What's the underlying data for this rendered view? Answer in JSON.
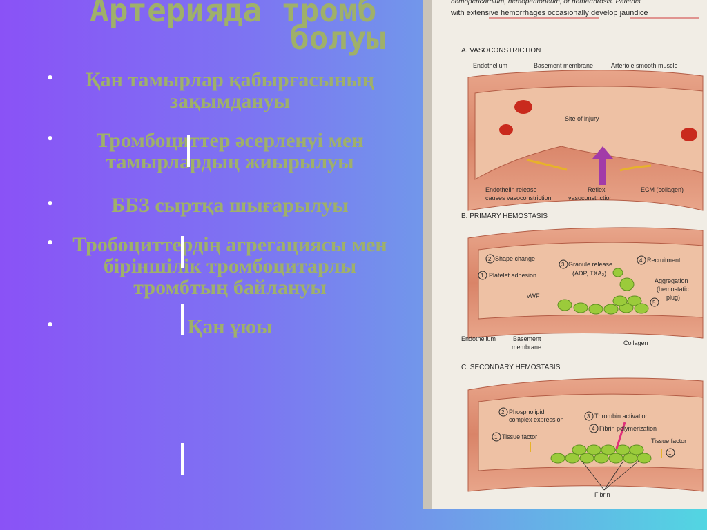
{
  "slide": {
    "title_line1": "Артерияда  тромб",
    "title_line2": "болуы",
    "bullets": [
      "Қан тамырлар қабырғасының зақымдануы",
      "Тромбоциттер әсерленуі мен тамырлардың жиырылуы",
      "ББЗ сыртқа шығарылуы",
      "Тробоциттердің агрегациясы мен біріншілік тромбоцитарлы тромбтың байлануы",
      "Қан ұюы"
    ]
  },
  "figure": {
    "header_line1": "hemopericardium, hemoperitoneum, or hemarthrosis. Patients",
    "header_line2": "with extensive hemorrhages occasionally develop jaundice",
    "panel_a": {
      "title": "A. VASOCONSTRICTION",
      "endothelium": "Endothelium",
      "basement": "Basement membrane",
      "arteriole": "Arteriole smooth muscle",
      "site": "Site of injury",
      "endothelin1": "Endothelin release",
      "endothelin2": "causes vasoconstriction",
      "reflex1": "Reflex",
      "reflex2": "vasoconstriction",
      "ecm": "ECM (collagen)"
    },
    "panel_b": {
      "title": "B. PRIMARY HEMOSTASIS",
      "shape": "Shape change",
      "granule1": "Granule release",
      "granule2": "(ADP, TXA₂)",
      "recruit": "Recruitment",
      "adhesion": "Platelet adhesion",
      "aggr1": "Aggregation",
      "aggr2": "(hemostatic",
      "aggr3": "plug)",
      "vwf": "vWF",
      "endothelium": "Endothelium",
      "basement1": "Basement",
      "basement2": "membrane",
      "collagen": "Collagen"
    },
    "panel_c": {
      "title": "C. SECONDARY HEMOSTASIS",
      "phospho1": "Phospholipid",
      "phospho2": "complex expression",
      "thrombin": "Thrombin activation",
      "fibrinpol": "Fibrin polymerization",
      "tissue": "Tissue factor",
      "tissue_right": "Tissue factor",
      "fibrin": "Fibrin"
    },
    "nums": [
      "1",
      "2",
      "3",
      "4",
      "5"
    ]
  }
}
